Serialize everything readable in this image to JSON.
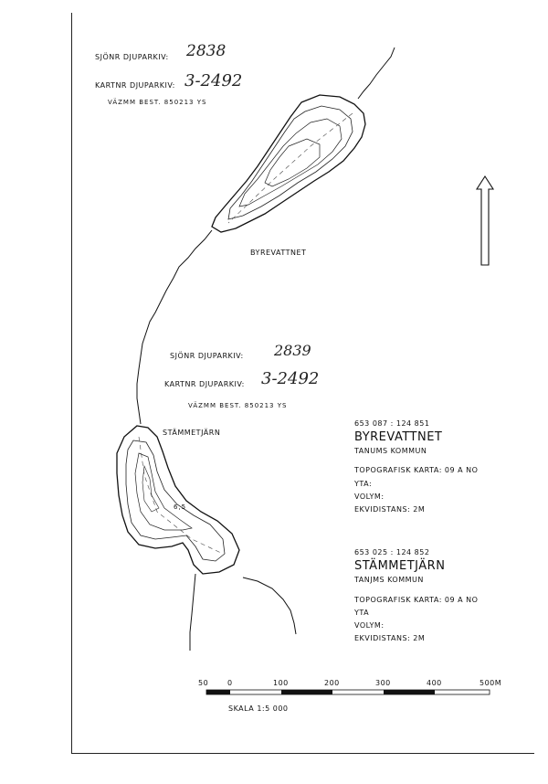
{
  "north_arrow": {
    "icon": "north-arrow-icon"
  },
  "byrevattnet_archive": {
    "sjonr_label": "SJÖNR DJUPARKIV:",
    "sjonr_value": "2838",
    "kartnr_label": "KARTNR DJUPARKIV:",
    "kartnr_value": "3-2492",
    "stamp": "VÄZMM BEST. 850213 YS"
  },
  "stammetjarn_archive": {
    "sjonr_label": "SJÖNR DJUPARKIV:",
    "sjonr_value": "2839",
    "kartnr_label": "KARTNR DJUPARKIV:",
    "kartnr_value": "3-2492",
    "stamp": "VÄZMM BEST. 850213 YS"
  },
  "map_labels": {
    "byrevattnet": "BYREVATTNET",
    "stammetjarn": "STÄMMETJÄRN",
    "depth_mark": "6,5"
  },
  "lake1": {
    "coords": "653 087 : 124 851",
    "name": "BYREVATTNET",
    "municipality": "TANUMS KOMMUN",
    "topo": "TOPOGRAFISK KARTA: 09 A NO",
    "area": "YTA:",
    "volume": "VOLYM:",
    "interval": "EKVIDISTANS: 2M"
  },
  "lake2": {
    "coords": "653 025 : 124 852",
    "name": "STÄMMETJÄRN",
    "municipality": "TANJMS KOMMUN",
    "topo": "TOPOGRAFISK KARTA: 09 A NO",
    "area": "YTA",
    "volume": "VOLYM:",
    "interval": "EKVIDISTANS: 2M"
  },
  "scale_bar": {
    "ticks": [
      "50",
      "0",
      "100",
      "200",
      "300",
      "400",
      "500M"
    ],
    "caption": "SKALA 1:5 000"
  }
}
